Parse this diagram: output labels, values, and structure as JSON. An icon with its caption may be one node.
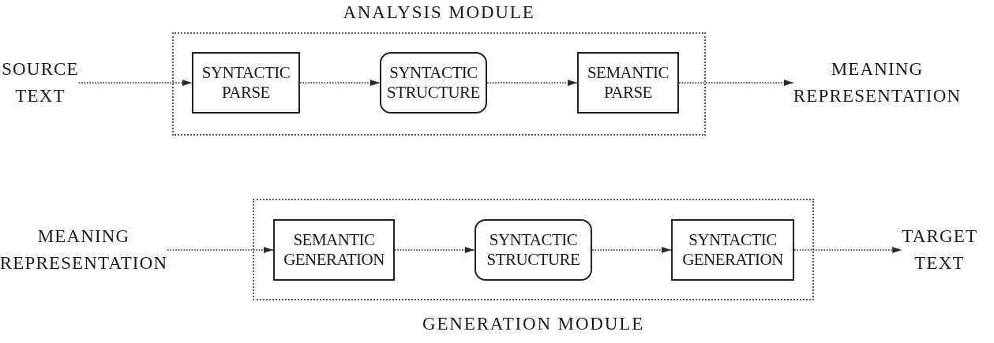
{
  "diagram": {
    "nodes": [
      {
        "text": [
          "ANALYSIS MODULE"
        ]
      },
      {
        "text": [
          "SOURCE TEXT"
        ]
      },
      {
        "text": [
          "SYNTACTIC PARSE"
        ],
        "in": 0
      },
      {
        "text": [
          "SYNTACTIC STRUCTURE"
        ],
        "in": 0
      },
      {
        "text": [
          "SEMANTIC PARSE"
        ],
        "in": 0
      },
      {
        "text": [
          "MEANING REPRESENTATION"
        ]
      },
      {
        "text": [
          "MEANING REPRESENTATION"
        ]
      },
      {
        "text": [
          "GENERATION MODULE"
        ]
      },
      {
        "text": [
          "SEMANTIC GENERATION"
        ],
        "in": 7
      },
      {
        "text": [
          "SYNTACTIC STRUCTURE"
        ],
        "in": 7
      },
      {
        "text": [
          "SYNTACTIC GENERATION"
        ],
        "in": 7
      },
      {
        "text": [
          "TARGET TEXT"
        ]
      }
    ],
    "edges": [
      {
        "from": 1,
        "to": 2,
        "arrow": "to",
        "style": "dashed"
      },
      {
        "from": 2,
        "to": 3,
        "arrow": "to",
        "style": "dashed"
      },
      {
        "from": 3,
        "to": 4,
        "arrow": "to",
        "style": "dashed"
      },
      {
        "from": 4,
        "to": 5,
        "arrow": "to",
        "style": "dashed"
      },
      {
        "from": 6,
        "to": 8,
        "arrow": "to",
        "style": "dashed"
      },
      {
        "from": 8,
        "to": 9,
        "arrow": "to",
        "style": "dashed"
      },
      {
        "from": 9,
        "to": 10,
        "arrow": "to",
        "style": "dashed"
      },
      {
        "from": 10,
        "to": 11,
        "arrow": "to",
        "style": "dashed"
      }
    ]
  }
}
